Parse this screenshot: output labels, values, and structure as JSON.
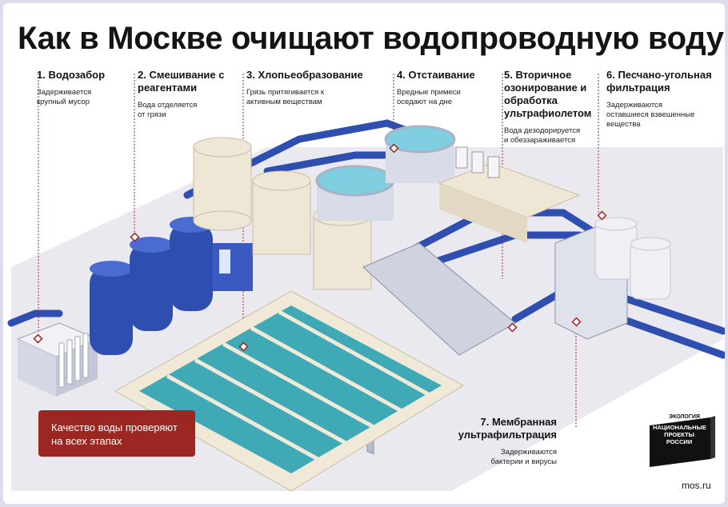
{
  "title": "Как в Москве очищают водопроводную воду",
  "steps": [
    {
      "heading": "1. Водозабор",
      "desc": "Задерживается крупный мусор"
    },
    {
      "heading": "2. Смешивание с реагентами",
      "desc": "Вода отделяется от грязи"
    },
    {
      "heading": "3. Хлопьеобразование",
      "desc": "Грязь притягивается к активным веществам"
    },
    {
      "heading": "4. Отстаивание",
      "desc": "Вредные примеси оседают на дне"
    },
    {
      "heading": "5. Вторичное озонирование и обработка ультрафиолетом",
      "desc": "Вода дезодорируется и обеззараживается"
    },
    {
      "heading": "6. Песчано-угольная фильтрация",
      "desc": "Задерживаются оставшиеся взвешенные вещества"
    },
    {
      "heading": "7. Мембранная ультрафильтрация",
      "desc": "Задерживаются бактерии и вирусы"
    }
  ],
  "quality_note": "Качество воды проверяют на всех этапах",
  "logo": {
    "category": "ЭКОЛОГИЯ",
    "text": "НАЦИОНАЛЬНЫЕ ПРОЕКТЫ РОССИИ"
  },
  "source": "mos.ru",
  "colors": {
    "accent_red": "#9c2621",
    "pipe_blue": "#2f4fb0",
    "water": "#3fa9b6"
  }
}
